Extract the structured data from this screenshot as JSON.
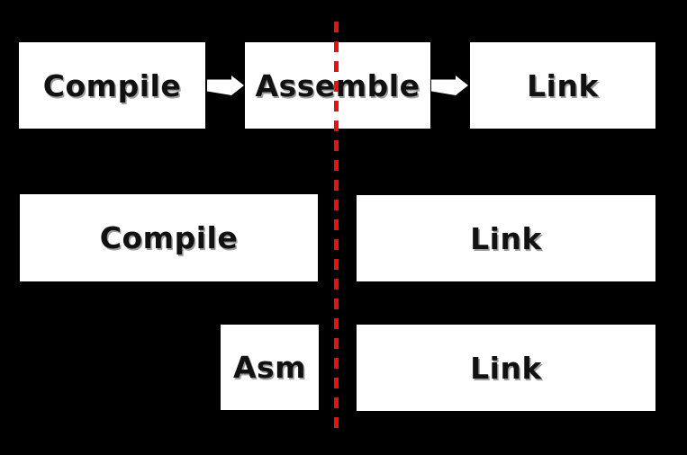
{
  "diagram": {
    "title": "compile-assemble-link-pipeline",
    "top_row": {
      "compile_label": "Compile",
      "assemble_label": "Assemble",
      "link_label": "Link"
    },
    "middle_row": {
      "compile_label": "Compile",
      "link_label": "Link"
    },
    "bottom_row": {
      "asm_label": "Asm",
      "link_label": "Link"
    },
    "icons": {
      "arrow_1": "arrow-right-icon",
      "arrow_2": "arrow-right-icon",
      "divider": "dashed-vertical-divider"
    }
  },
  "colors": {
    "background": "#000000",
    "box_fill": "#ffffff",
    "box_text": "#111111",
    "divider_red": "#ee0e0e",
    "arrow": "#ffffff"
  }
}
